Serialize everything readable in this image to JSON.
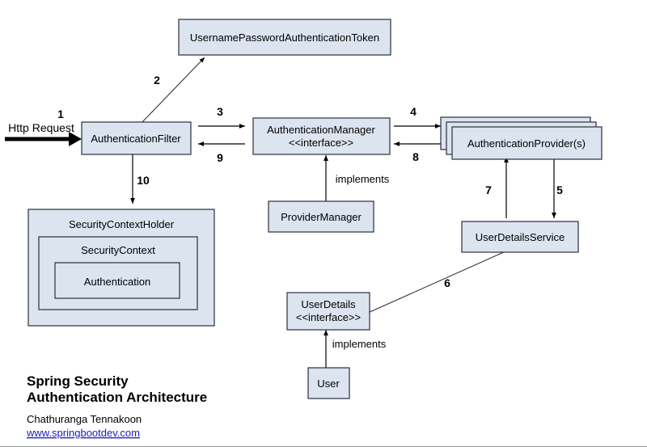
{
  "diagram": {
    "title_line1": "Spring Security",
    "title_line2": "Authentication Architecture",
    "author": "Chathuranga Tennakoon",
    "website": "www.springbootdev.com",
    "box_fill": "#dce4ef",
    "box_stroke": "#2b2f38",
    "link_color": "#1a1ac0"
  },
  "nodes": {
    "token": {
      "label": "UsernamePasswordAuthenticationToken"
    },
    "filter": {
      "label": "AuthenticationFilter"
    },
    "manager": {
      "label": "AuthenticationManager",
      "stereotype": "<<interface>>"
    },
    "provider": {
      "label": "AuthenticationProvider(s)"
    },
    "provider_manager": {
      "label": "ProviderManager"
    },
    "user_details_service": {
      "label": "UserDetailsService"
    },
    "user_details": {
      "label": "UserDetails",
      "stereotype": "<<interface>>"
    },
    "user": {
      "label": "User"
    },
    "security_context_holder": {
      "label": "SecurityContextHolder"
    },
    "security_context": {
      "label": "SecurityContext"
    },
    "authentication": {
      "label": "Authentication"
    }
  },
  "edges": {
    "http_request": "Http Request",
    "step1": "1",
    "step2": "2",
    "step3": "3",
    "step4": "4",
    "step5": "5",
    "step6": "6",
    "step7": "7",
    "step8": "8",
    "step9": "9",
    "step10": "10",
    "implements_manager": "implements",
    "implements_user": "implements"
  },
  "chart_data": {
    "type": "diagram",
    "title": "Spring Security Authentication Architecture",
    "nodes": [
      "UsernamePasswordAuthenticationToken",
      "AuthenticationFilter",
      "AuthenticationManager <<interface>>",
      "AuthenticationProvider(s)",
      "ProviderManager",
      "UserDetailsService",
      "UserDetails <<interface>>",
      "User",
      "SecurityContextHolder",
      "SecurityContext",
      "Authentication"
    ],
    "edges": [
      {
        "label": "1",
        "from": "Http Request",
        "to": "AuthenticationFilter"
      },
      {
        "label": "2",
        "from": "AuthenticationFilter",
        "to": "UsernamePasswordAuthenticationToken"
      },
      {
        "label": "3",
        "from": "AuthenticationFilter",
        "to": "AuthenticationManager"
      },
      {
        "label": "4",
        "from": "AuthenticationManager",
        "to": "AuthenticationProvider(s)"
      },
      {
        "label": "5",
        "from": "AuthenticationProvider(s)",
        "to": "UserDetailsService"
      },
      {
        "label": "6",
        "from": "UserDetails",
        "to": "UserDetailsService"
      },
      {
        "label": "7",
        "from": "UserDetailsService",
        "to": "AuthenticationProvider(s)"
      },
      {
        "label": "8",
        "from": "AuthenticationProvider(s)",
        "to": "AuthenticationManager"
      },
      {
        "label": "9",
        "from": "AuthenticationManager",
        "to": "AuthenticationFilter"
      },
      {
        "label": "10",
        "from": "AuthenticationFilter",
        "to": "SecurityContextHolder"
      },
      {
        "label": "implements",
        "from": "ProviderManager",
        "to": "AuthenticationManager"
      },
      {
        "label": "implements",
        "from": "User",
        "to": "UserDetails"
      }
    ]
  }
}
